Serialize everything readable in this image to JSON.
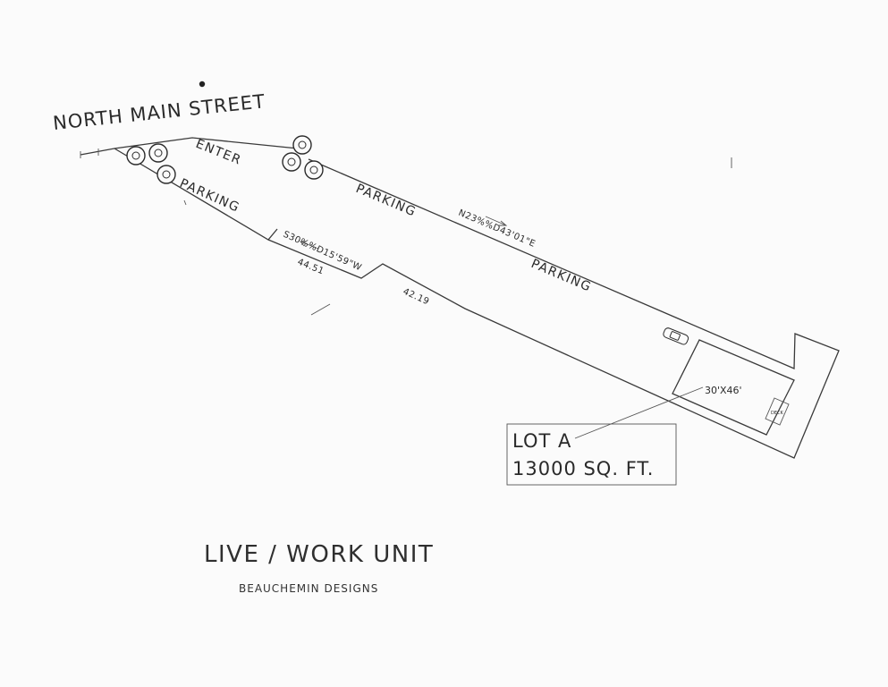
{
  "street_name": "NORTH MAIN STREET",
  "entrance_label": "ENTER",
  "parking_labels": [
    "PARKING",
    "PARKING",
    "PARKING"
  ],
  "bearings": {
    "north_line": "N23%%D43'01\"E",
    "south_line": "S30%%D15'59\"W"
  },
  "distances": [
    "44.51",
    "42.19"
  ],
  "building": {
    "size": "30'X46'",
    "deck": "DECK"
  },
  "lot": {
    "name": "LOT A",
    "area": "13000 SQ. FT."
  },
  "title": "LIVE / WORK UNIT",
  "designer": "BEAUCHEMIN DESIGNS"
}
